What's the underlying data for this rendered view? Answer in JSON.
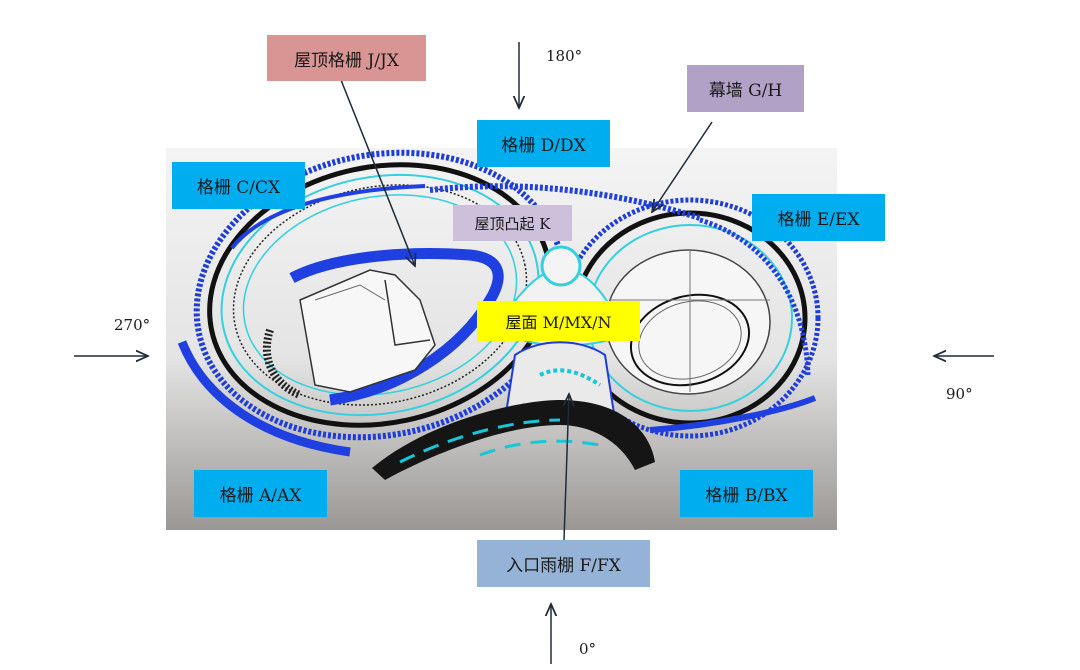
{
  "colors": {
    "grille": "#00adef",
    "roof_grille": "#d99594",
    "curtain_wall": "#b2a1c7",
    "roof_bump": "#ccc0da",
    "roof": "#ffff00",
    "entrance": "#95b3d7"
  },
  "labels": {
    "roof_grille": "屋顶格栅 J/JX",
    "grille_d": "格栅 D/DX",
    "curtain_wall": "幕墙 G/H",
    "grille_c": "格栅 C/CX",
    "grille_e": "格栅 E/EX",
    "roof_bump": "屋顶凸起 K",
    "roof": "屋面 M/MX/N",
    "grille_a": "格栅 A/AX",
    "grille_b": "格栅 B/BX",
    "entrance_canopy": "入口雨棚 F/FX"
  },
  "directions": {
    "north": "180°",
    "west": "270°",
    "east": "90°",
    "south": "0°"
  }
}
